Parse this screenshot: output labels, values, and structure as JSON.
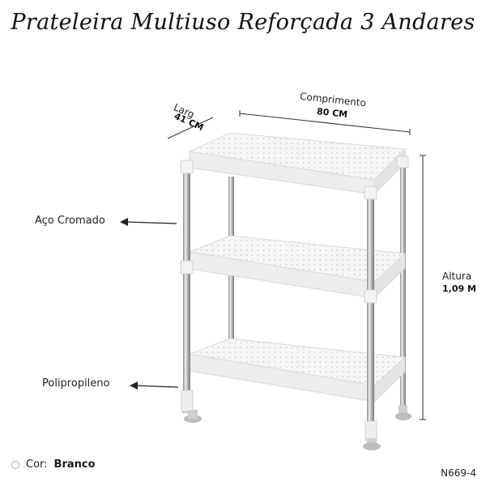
{
  "title": "Prateleira Multiuso Reforçada 3 Andares",
  "dimensions": {
    "width_label": "Larg",
    "width_value": "41 CM",
    "length_label": "Comprimento",
    "length_value": "80 CM",
    "height_label": "Altura",
    "height_value": "1,09 M"
  },
  "callouts": {
    "steel": "Aço Cromado",
    "plastic": "Polipropileno"
  },
  "color": {
    "label": "Cor:",
    "value": "Branco",
    "swatch": "#ffffff"
  },
  "product_code": "N669-4",
  "colors": {
    "shelf": "#f4f4f4",
    "shelf_edge": "#d9d9d9",
    "pole": "#c8c8c8",
    "text": "#1a1a1a"
  },
  "icons": {
    "arrow": "arrow-left-icon",
    "swatch": "color-swatch-icon"
  }
}
